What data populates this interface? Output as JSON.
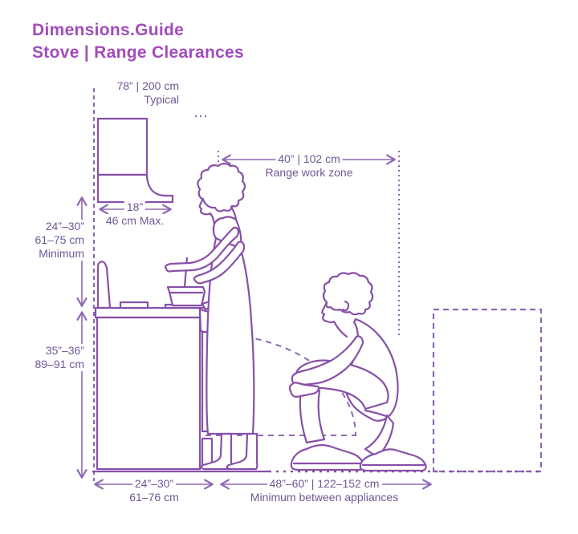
{
  "header": {
    "brand": "Dimensions.Guide",
    "title": "Stove | Range Clearances"
  },
  "colors": {
    "accent_title": "#A24CBB",
    "line_art": "#8750A8",
    "dimension_lines": "#8E68B2",
    "dimension_text": "#6E5894",
    "background": "#ffffff"
  },
  "dimensions": {
    "hood_height": {
      "value": "78” | 200 cm",
      "note": "Typical"
    },
    "hood_width": {
      "value": "18”",
      "note": "46 cm Max."
    },
    "hood_clearance": {
      "value": "24”–30”",
      "metric": "61–75 cm",
      "note": "Minimum"
    },
    "work_zone": {
      "value": "40” | 102 cm",
      "note": "Range work zone"
    },
    "counter_height": {
      "value": "35”–36”",
      "metric": "89–91 cm"
    },
    "stove_depth": {
      "value": "24”–30”",
      "metric": "61–76 cm"
    },
    "appliance_gap": {
      "value": "48”–60” | 122–152 cm",
      "note": "Minimum between appliances"
    }
  }
}
